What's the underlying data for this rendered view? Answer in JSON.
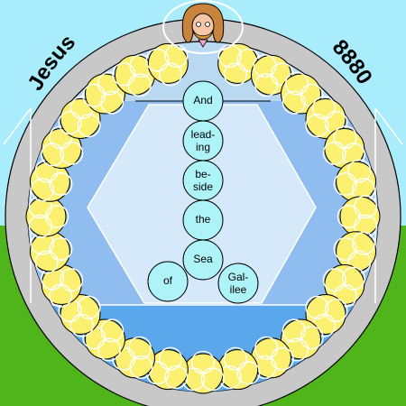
{
  "name_label": "Jesus",
  "number_label": "8880",
  "word_bubbles": [
    "And",
    "lead-ing",
    "be-side",
    "the",
    "Sea",
    "of",
    "Gal-ilee"
  ],
  "colors": {
    "sky": "#a9ecfb",
    "grass": "#4fb51b",
    "grey_ring": "#c8c8c8",
    "outline": "#000000",
    "outer_pool": "#b9d9f3",
    "inner_pool": "#90bdf0",
    "hexagon": "#d6e9fb",
    "sea_band": "#5aa7ec",
    "beads": "#fbf06f",
    "bead_lines": "#ffffff",
    "word_bubble": "#aef3f7"
  },
  "icons": {
    "figure": "jesus-figure-icon",
    "bead": "trefoil-bead-icon"
  }
}
